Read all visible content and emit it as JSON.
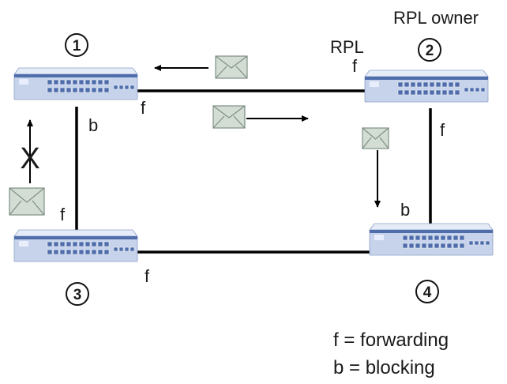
{
  "nodes": [
    {
      "id": "1",
      "number": "1"
    },
    {
      "id": "2",
      "number": "2"
    },
    {
      "id": "3",
      "number": "3"
    },
    {
      "id": "4",
      "number": "4"
    }
  ],
  "labels": {
    "rpl_owner": "RPL owner",
    "rpl": "RPL",
    "port_f": "f",
    "port_b": "b",
    "blocked_mark": "X"
  },
  "legend": {
    "line1": "f = forwarding",
    "line2": "b = blocking"
  },
  "icons": {
    "switch": "network-switch-icon",
    "message": "envelope-icon"
  },
  "colors": {
    "switch_body": "#c7d3ea",
    "switch_top": "#e6ecf7",
    "switch_front": "#4f6cab",
    "port": "#e8eefb",
    "link": "#000000",
    "envelope_fill": "#d3ddd4",
    "envelope_stroke": "#7f8f86"
  }
}
